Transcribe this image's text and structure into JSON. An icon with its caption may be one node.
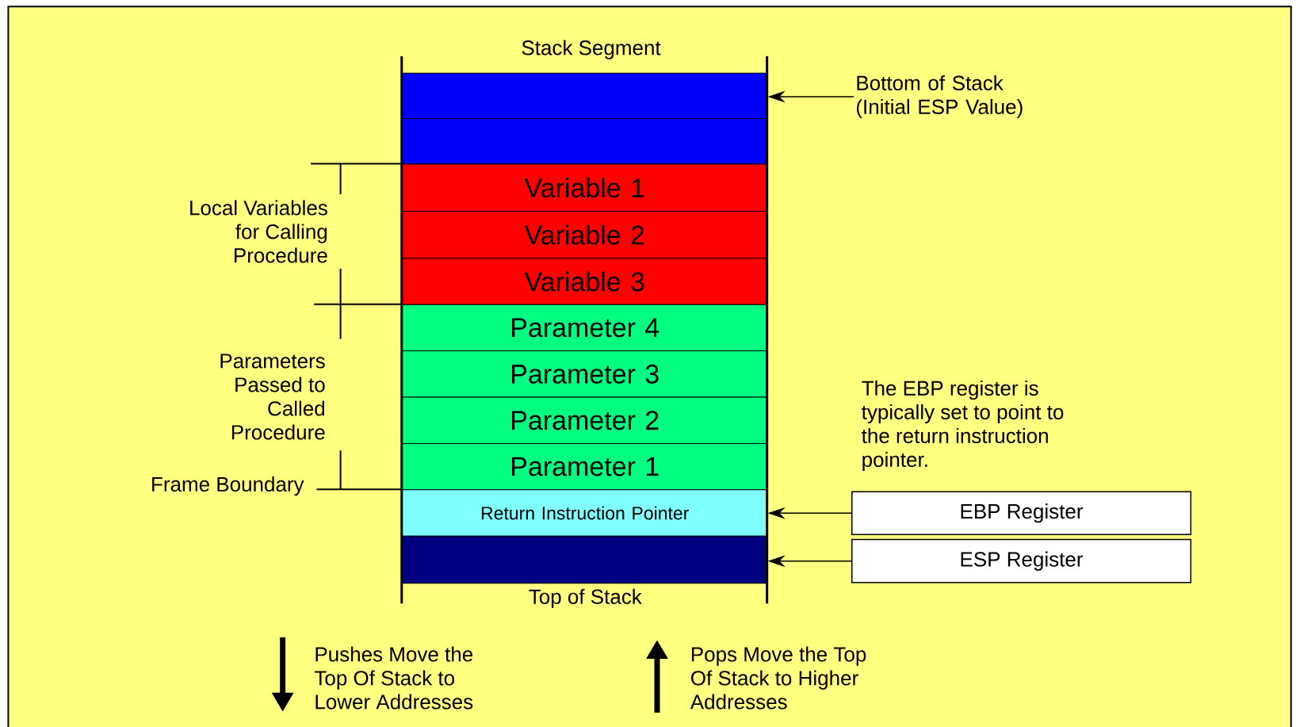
{
  "diagram": {
    "nodes": [
      {
        "text": [],
        "shape": "box"
      },
      {
        "text": [],
        "shape": "box"
      },
      {
        "text": [
          "Variable 1"
        ]
      },
      {
        "text": [
          "Variable 2"
        ]
      },
      {
        "text": [
          "Variable 3"
        ]
      },
      {
        "text": [
          "Parameter 4"
        ]
      },
      {
        "text": [
          "Parameter 3"
        ]
      },
      {
        "text": [
          "Parameter 2"
        ]
      },
      {
        "text": [
          "Parameter 1"
        ]
      },
      {
        "text": [
          "Return Instruction Pointer"
        ]
      },
      {
        "text": [],
        "shape": "box"
      },
      {
        "text": [
          "Bottom of Stack (Initial ESP Value)"
        ]
      },
      {
        "text": [
          "EBP Register"
        ]
      },
      {
        "text": [
          "ESP Register"
        ]
      }
    ],
    "edges": [
      {
        "from": 11,
        "to": 0,
        "arrow": "to"
      },
      {
        "from": 12,
        "to": 9,
        "arrow": "to"
      },
      {
        "from": 13,
        "to": 10,
        "arrow": "to"
      }
    ],
    "labels": [
      "Stack Segment",
      "Local Variables for Calling Procedure",
      "Parameters Passed to Called Procedure",
      "Frame Boundary",
      "The EBP register is typically set to point to the return instruction pointer.",
      "Top of Stack",
      "Pushes Move the Top Of Stack to Lower Addresses",
      "Pops Move the Top Of Stack to Higher Addresses"
    ]
  }
}
